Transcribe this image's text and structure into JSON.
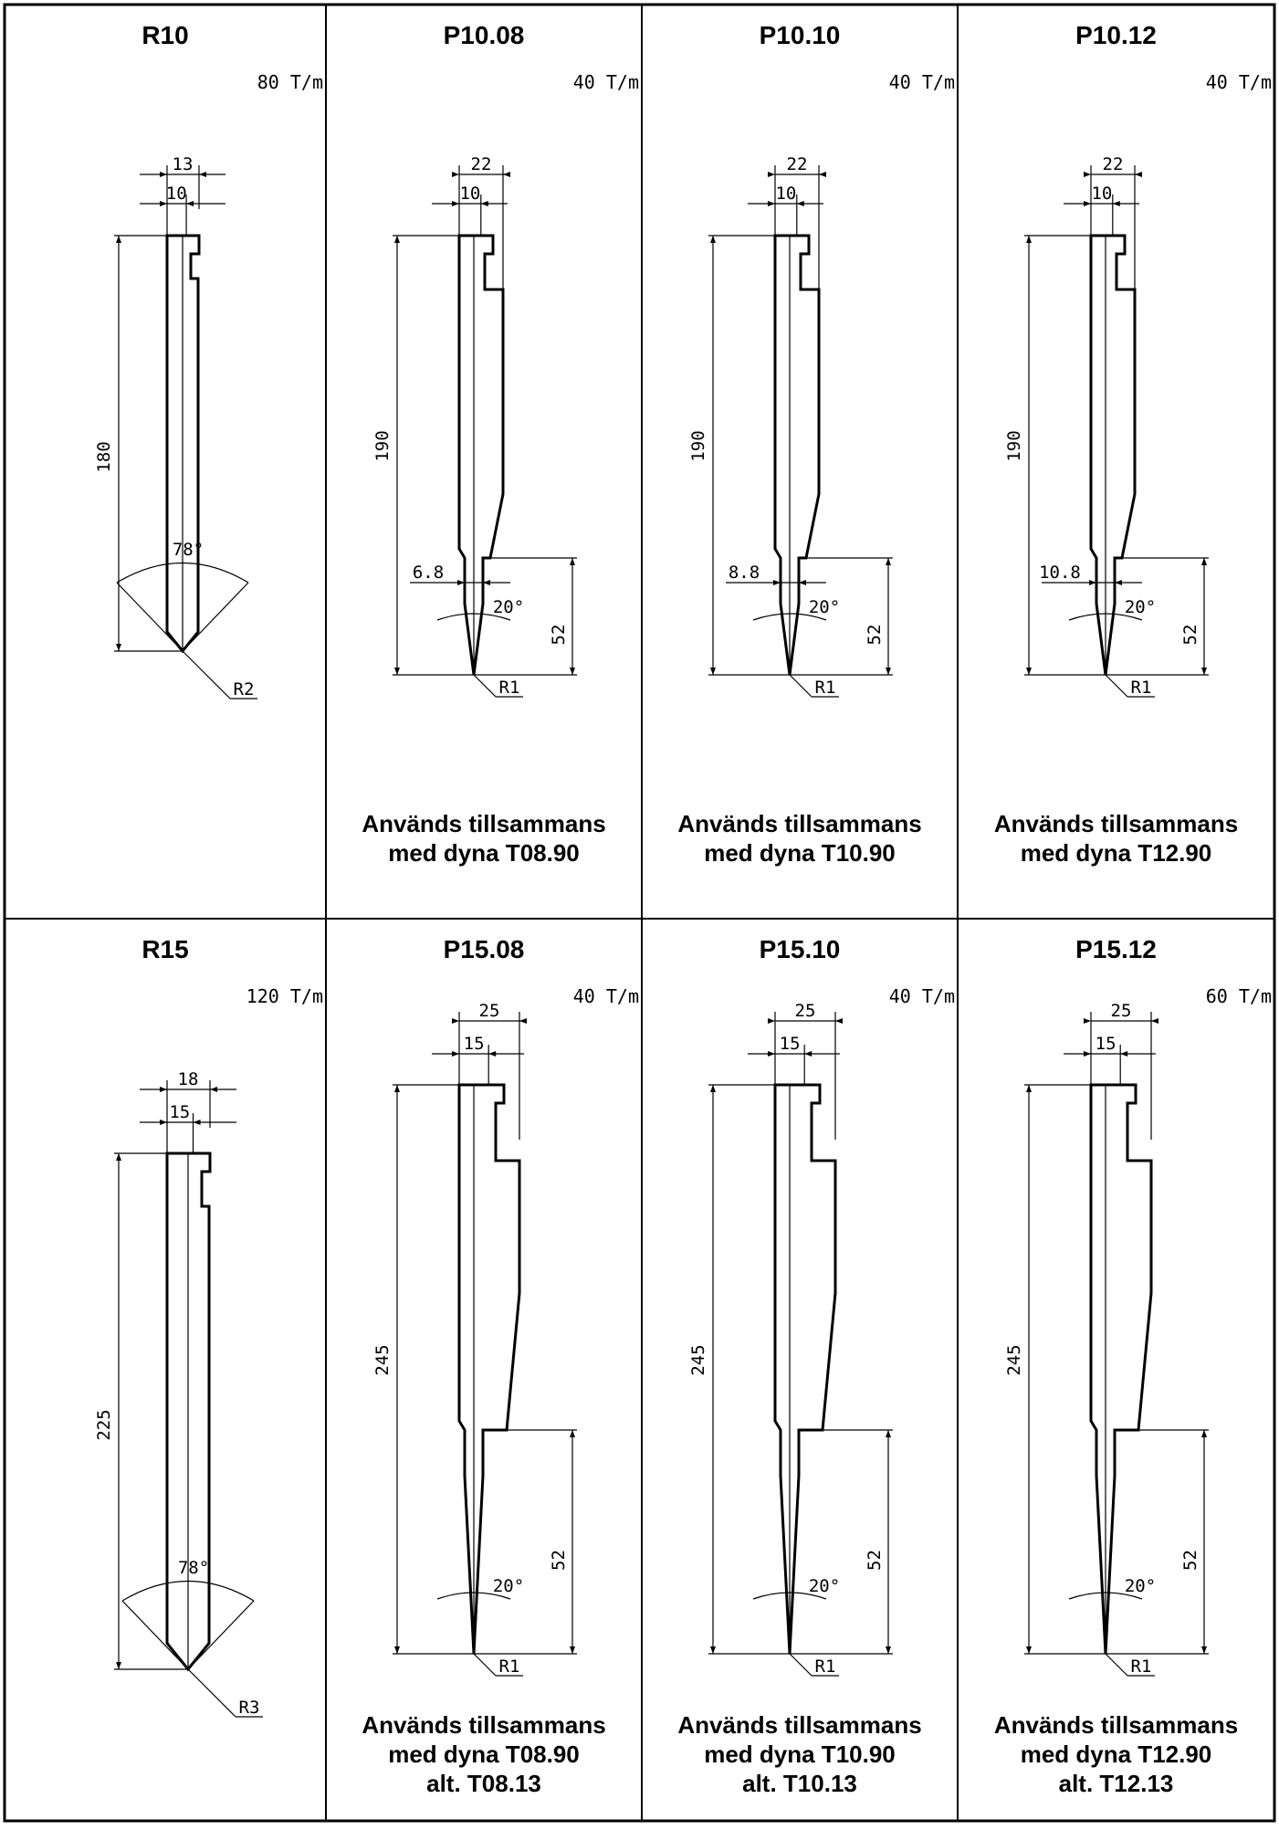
{
  "tools": [
    {
      "name": "R10",
      "capacity": "80 T/m",
      "top_width": "13",
      "tang": "10",
      "height": "180",
      "angle": "78°",
      "radius": "R2",
      "note": []
    },
    {
      "name": "P10.08",
      "capacity": "40 T/m",
      "top_width": "22",
      "tang": "10",
      "height": "190",
      "tip_height": "52",
      "tip_width": "6.8",
      "angle": "20°",
      "radius": "R1",
      "note": [
        "Används tillsammans",
        "med dyna T08.90"
      ]
    },
    {
      "name": "P10.10",
      "capacity": "40 T/m",
      "top_width": "22",
      "tang": "10",
      "height": "190",
      "tip_height": "52",
      "tip_width": "8.8",
      "angle": "20°",
      "radius": "R1",
      "note": [
        "Används tillsammans",
        "med dyna T10.90"
      ]
    },
    {
      "name": "P10.12",
      "capacity": "40 T/m",
      "top_width": "22",
      "tang": "10",
      "height": "190",
      "tip_height": "52",
      "tip_width": "10.8",
      "angle": "20°",
      "radius": "R1",
      "note": [
        "Används tillsammans",
        "med dyna T12.90"
      ]
    },
    {
      "name": "R15",
      "capacity": "120 T/m",
      "top_width": "18",
      "tang": "15",
      "height": "225",
      "angle": "78°",
      "radius": "R3",
      "note": []
    },
    {
      "name": "P15.08",
      "capacity": "40 T/m",
      "top_width": "25",
      "tang": "15",
      "height": "245",
      "tip_height": "52",
      "angle": "20°",
      "radius": "R1",
      "note": [
        "Används tillsammans",
        "med dyna T08.90",
        "alt. T08.13"
      ]
    },
    {
      "name": "P15.10",
      "capacity": "40 T/m",
      "top_width": "25",
      "tang": "15",
      "height": "245",
      "tip_height": "52",
      "angle": "20°",
      "radius": "R1",
      "note": [
        "Används tillsammans",
        "med dyna T10.90",
        "alt. T10.13"
      ]
    },
    {
      "name": "P15.12",
      "capacity": "60 T/m",
      "top_width": "25",
      "tang": "15",
      "height": "245",
      "tip_height": "52",
      "angle": "20°",
      "radius": "R1",
      "note": [
        "Används tillsammans",
        "med dyna T12.90",
        "alt. T12.13"
      ]
    }
  ]
}
